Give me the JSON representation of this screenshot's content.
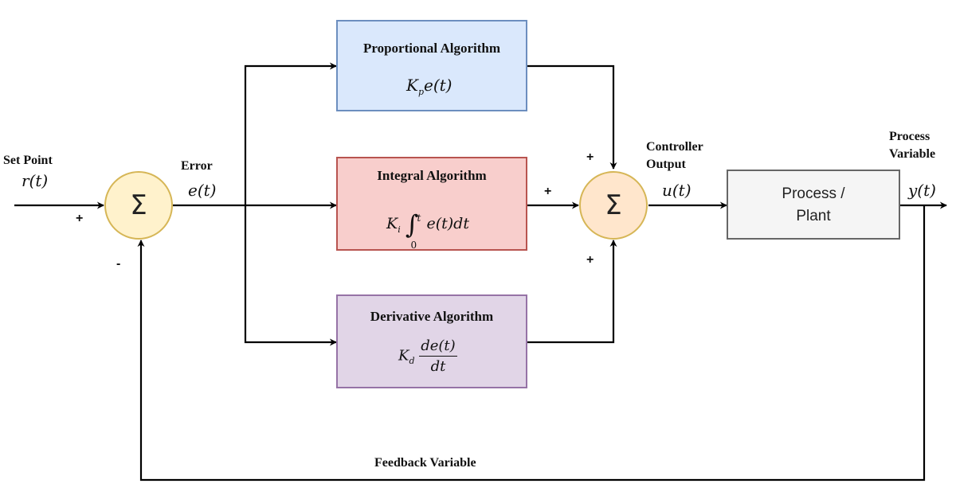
{
  "setpoint": {
    "label": "Set Point",
    "symbol": "r(t)"
  },
  "error": {
    "label": "Error",
    "symbol": "e(t)"
  },
  "sum1": {
    "symbol": "Σ",
    "plus": "+",
    "minus": "-"
  },
  "proportional": {
    "title": "Proportional Algorithm",
    "k": "K",
    "sub": "p",
    "rest": "e(t)",
    "fill": "#dae8fc",
    "stroke": "#6c8ebf"
  },
  "integral": {
    "title": "Integral  Algorithm",
    "k": "K",
    "sub": "i",
    "upper": "t",
    "lower": "0",
    "rest": "e(t)dt",
    "fill": "#f8cecc",
    "stroke": "#b85450"
  },
  "derivative": {
    "title": "Derivative Algorithm",
    "k": "K",
    "sub": "d",
    "num": "de(t)",
    "den": "dt",
    "fill": "#e1d5e7",
    "stroke": "#9673a6"
  },
  "sum2": {
    "symbol": "Σ",
    "plus_top": "+",
    "plus_left": "+",
    "plus_bottom": "+"
  },
  "controller_output": {
    "label_line1": "Controller",
    "label_line2": "Output",
    "symbol": "u(t)"
  },
  "process": {
    "line1": "Process /",
    "line2": "Plant",
    "fill": "#f5f5f5",
    "stroke": "#666666"
  },
  "process_variable": {
    "label_line1": "Process",
    "label_line2": "Variable",
    "symbol": "y(t)"
  },
  "feedback": {
    "label": "Feedback Variable"
  }
}
